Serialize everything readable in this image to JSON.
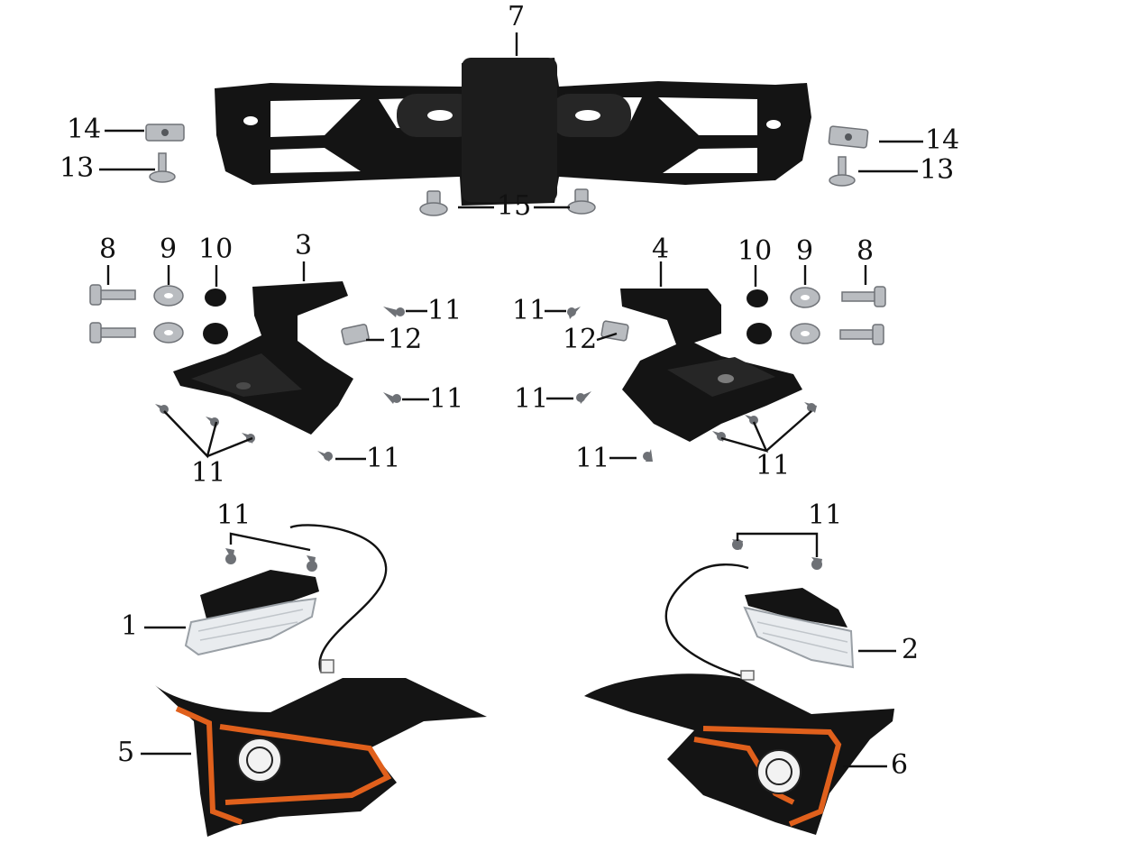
{
  "callouts": {
    "c1": "1",
    "c2": "2",
    "c3": "3",
    "c4": "4",
    "c5": "5",
    "c6": "6",
    "c7": "7",
    "c8_left": "8",
    "c8_right": "8",
    "c9_left": "9",
    "c9_right": "9",
    "c10_left": "10",
    "c10_right": "10",
    "c11_a": "11",
    "c11_b": "11",
    "c11_c": "11",
    "c11_d": "11",
    "c11_e": "11",
    "c11_f": "11",
    "c11_g": "11",
    "c11_h": "11",
    "c11_i": "11",
    "c11_j": "11",
    "c12_left": "12",
    "c12_right": "12",
    "c13_left": "13",
    "c13_right": "13",
    "c14_left": "14",
    "c14_right": "14",
    "c15": "15"
  },
  "colors": {
    "plastic": "#141414",
    "trim_orange": "#e0601c",
    "lens": "#e9ecef"
  }
}
